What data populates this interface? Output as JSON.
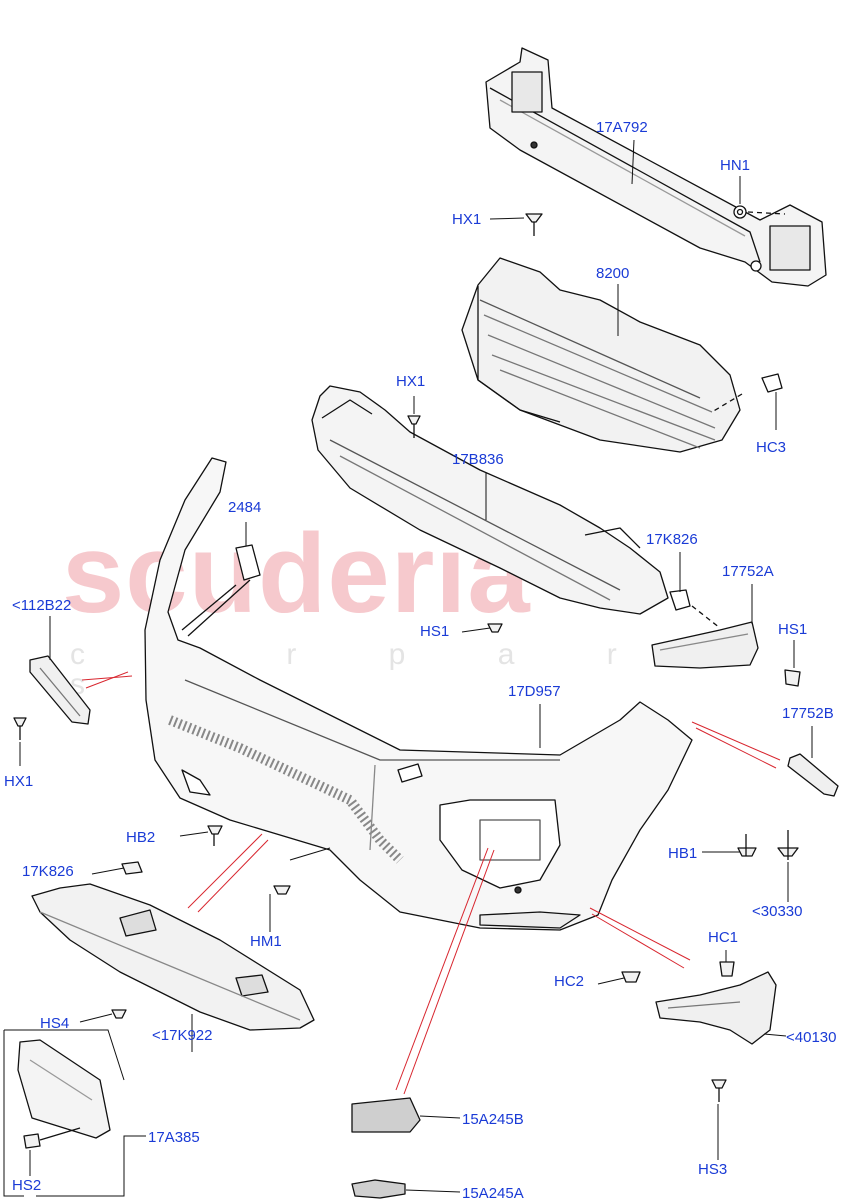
{
  "watermark": {
    "brand": "scuderia",
    "sub": "c a r p a r t s"
  },
  "labels": {
    "p17A792": "17A792",
    "hn1": "HN1",
    "hx1_top": "HX1",
    "p8200": "8200",
    "hx1_mid": "HX1",
    "hc3": "HC3",
    "p17B836": "17B836",
    "p2484": "2484",
    "p17K826_r": "17K826",
    "p17752A": "17752A",
    "p112B22": "<112B22",
    "hs1_mid": "HS1",
    "hs1_right": "HS1",
    "p17D957": "17D957",
    "p17752B": "17752B",
    "hx1_left": "HX1",
    "hb2": "HB2",
    "hb1": "HB1",
    "p17K826_l": "17K826",
    "p30330": "<30330",
    "hm1": "HM1",
    "hc1": "HC1",
    "hc2": "HC2",
    "hs4": "HS4",
    "p17K922": "<17K922",
    "p40130": "<40130",
    "p17A385": "17A385",
    "p15A245B": "15A245B",
    "hs3": "HS3",
    "hs2": "HS2",
    "p15A245A": "15A245A"
  },
  "colors": {
    "label": "#1a3bd6",
    "line": "#000000",
    "guide": "#d8262f",
    "part": "#ffffff",
    "shade": "#e9e9e9"
  }
}
